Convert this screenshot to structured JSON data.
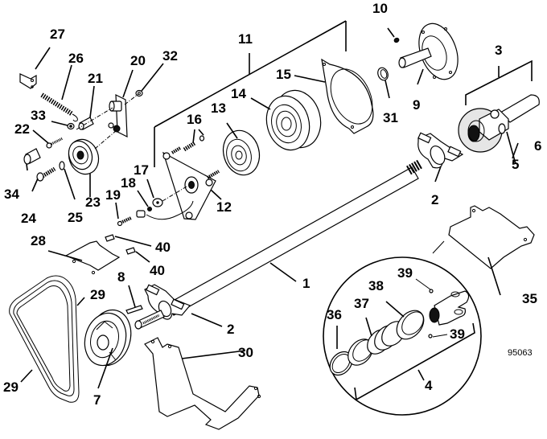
{
  "figure": {
    "figure_number": "95063",
    "background_color": "#ffffff",
    "ink_color": "#000000"
  },
  "callouts": [
    {
      "id": "c1",
      "label": "1",
      "part": "shaft"
    },
    {
      "id": "c2a",
      "label": "2",
      "part": "bearing-bracket-right"
    },
    {
      "id": "c2b",
      "label": "2",
      "part": "bearing-bracket-left"
    },
    {
      "id": "c3",
      "label": "3",
      "part": "universal-joint-assembly"
    },
    {
      "id": "c4",
      "label": "4",
      "part": "slip-yoke-assembly"
    },
    {
      "id": "c5",
      "label": "5",
      "part": "cross-bearing"
    },
    {
      "id": "c6",
      "label": "6",
      "part": "drive-tube"
    },
    {
      "id": "c7",
      "label": "7",
      "part": "double-pulley"
    },
    {
      "id": "c8",
      "label": "8",
      "part": "key"
    },
    {
      "id": "c9",
      "label": "9",
      "part": "flange-shaft"
    },
    {
      "id": "c10",
      "label": "10",
      "part": "flange-screw"
    },
    {
      "id": "c11",
      "label": "11",
      "part": "electric-clutch-assembly"
    },
    {
      "id": "c12",
      "label": "12",
      "part": "field-coil-plate"
    },
    {
      "id": "c13",
      "label": "13",
      "part": "rotor"
    },
    {
      "id": "c14",
      "label": "14",
      "part": "armature-pulley"
    },
    {
      "id": "c15",
      "label": "15",
      "part": "brake-plate"
    },
    {
      "id": "c16",
      "label": "16",
      "part": "stud-and-nut"
    },
    {
      "id": "c17",
      "label": "17",
      "part": "washer"
    },
    {
      "id": "c18",
      "label": "18",
      "part": "nut"
    },
    {
      "id": "c19",
      "label": "19",
      "part": "screw"
    },
    {
      "id": "c20",
      "label": "20",
      "part": "idler-arm"
    },
    {
      "id": "c21",
      "label": "21",
      "part": "spacer"
    },
    {
      "id": "c22",
      "label": "22",
      "part": "bolt"
    },
    {
      "id": "c23",
      "label": "23",
      "part": "idler-pulley"
    },
    {
      "id": "c24",
      "label": "24",
      "part": "shoulder-bolt"
    },
    {
      "id": "c25",
      "label": "25",
      "part": "washer"
    },
    {
      "id": "c26",
      "label": "26",
      "part": "extension-spring"
    },
    {
      "id": "c27",
      "label": "27",
      "part": "spring-bracket"
    },
    {
      "id": "c28",
      "label": "28",
      "part": "belt-guide"
    },
    {
      "id": "c29a",
      "label": "29",
      "part": "v-belt"
    },
    {
      "id": "c29b",
      "label": "29",
      "part": "v-belt"
    },
    {
      "id": "c30",
      "label": "30",
      "part": "mounting-bracket"
    },
    {
      "id": "c31",
      "label": "31",
      "part": "seal-ring"
    },
    {
      "id": "c32",
      "label": "32",
      "part": "nut"
    },
    {
      "id": "c33",
      "label": "33",
      "part": "washer"
    },
    {
      "id": "c34",
      "label": "34",
      "part": "bushing"
    },
    {
      "id": "c35",
      "label": "35",
      "part": "shield"
    },
    {
      "id": "c36",
      "label": "36",
      "part": "snap-ring"
    },
    {
      "id": "c37",
      "label": "37",
      "part": "spring"
    },
    {
      "id": "c38",
      "label": "38",
      "part": "collar"
    },
    {
      "id": "c39a",
      "label": "39",
      "part": "ball"
    },
    {
      "id": "c39b",
      "label": "39",
      "part": "ball"
    },
    {
      "id": "c40a",
      "label": "40",
      "part": "clip"
    },
    {
      "id": "c40b",
      "label": "40",
      "part": "clip"
    }
  ]
}
